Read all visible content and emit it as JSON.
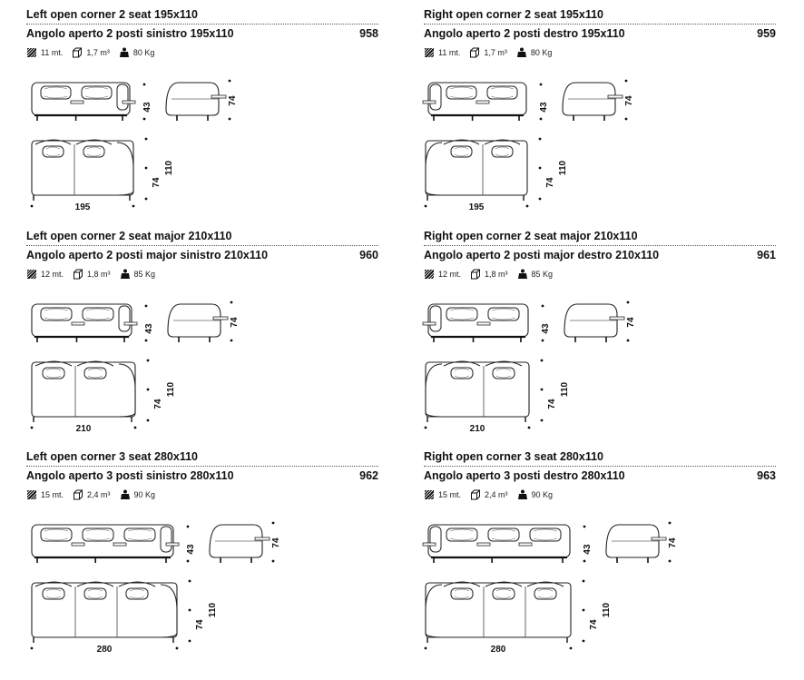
{
  "blocks": [
    {
      "title_en": "Left open corner 2 seat 195x110",
      "title_it": "Angolo aperto 2 posti sinistro 195x110",
      "code": "958",
      "fabric": "11 mt.",
      "volume": "1,7 m³",
      "weight": "80 Kg",
      "dims": {
        "seat_h": "43",
        "back_h": "74",
        "side_h": "74",
        "depth": "110",
        "width": "195"
      }
    },
    {
      "title_en": "Right open corner 2 seat 195x110",
      "title_it": "Angolo aperto 2 posti destro 195x110",
      "code": "959",
      "fabric": "11 mt.",
      "volume": "1,7 m³",
      "weight": "80 Kg",
      "dims": {
        "seat_h": "43",
        "back_h": "74",
        "side_h": "74",
        "depth": "110",
        "width": "195"
      }
    },
    {
      "title_en": "Left open corner 2 seat major 210x110",
      "title_it": "Angolo aperto 2 posti major sinistro 210x110",
      "code": "960",
      "fabric": "12 mt.",
      "volume": "1,8 m³",
      "weight": "85 Kg",
      "dims": {
        "seat_h": "43",
        "back_h": "74",
        "side_h": "74",
        "depth": "110",
        "width": "210"
      }
    },
    {
      "title_en": "Right open corner 2 seat major 210x110",
      "title_it": "Angolo aperto 2 posti major destro 210x110",
      "code": "961",
      "fabric": "12 mt.",
      "volume": "1,8 m³",
      "weight": "85 Kg",
      "dims": {
        "seat_h": "43",
        "back_h": "74",
        "side_h": "74",
        "depth": "110",
        "width": "210"
      }
    },
    {
      "title_en": "Left open corner 3 seat 280x110",
      "title_it": "Angolo aperto 3 posti sinistro 280x110",
      "code": "962",
      "fabric": "15 mt.",
      "volume": "2,4 m³",
      "weight": "90 Kg",
      "dims": {
        "seat_h": "43",
        "back_h": "74",
        "side_h": "74",
        "depth": "110",
        "width": "280"
      }
    },
    {
      "title_en": "Right open corner 3 seat 280x110",
      "title_it": "Angolo aperto 3 posti destro 280x110",
      "code": "963",
      "fabric": "15 mt.",
      "volume": "2,4 m³",
      "weight": "90 Kg",
      "dims": {
        "seat_h": "43",
        "back_h": "74",
        "side_h": "74",
        "depth": "110",
        "width": "280"
      }
    }
  ],
  "icons": {
    "fabric": "fabric-swatch-icon",
    "volume": "package-box-icon",
    "weight": "weight-icon"
  }
}
